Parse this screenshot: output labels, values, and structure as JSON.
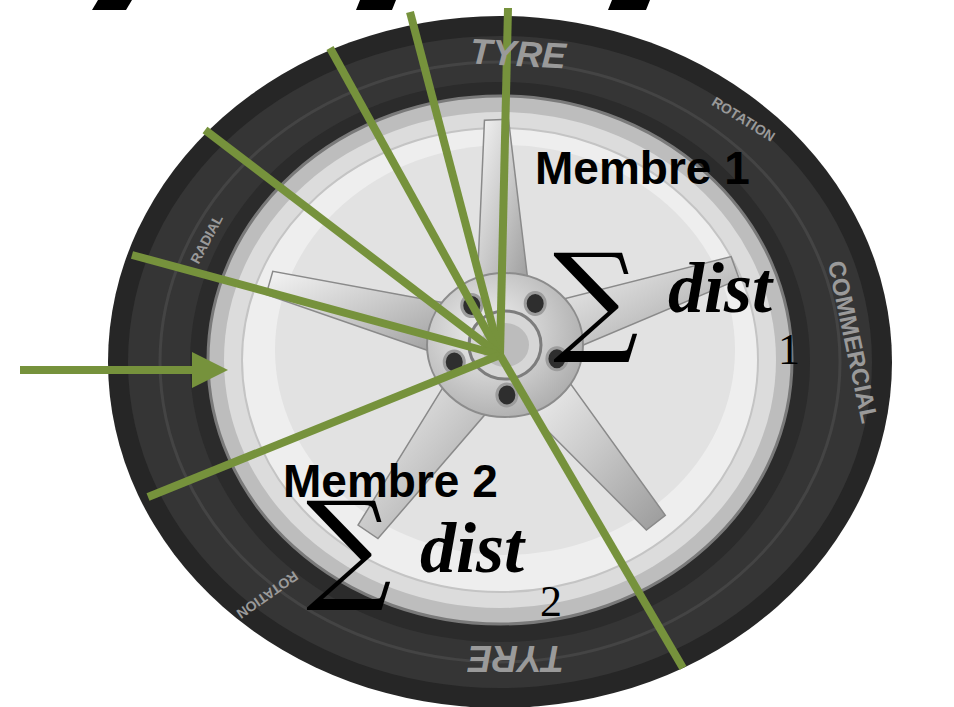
{
  "diagram": {
    "labels": [
      "TYRE",
      "ROTATION",
      "RADIAL",
      "COMMERCIAL",
      "ROTATION",
      "TYRE",
      "Membre 1",
      "∑",
      "dist",
      "1",
      "Membre 2",
      "∑",
      "dist",
      "2"
    ]
  }
}
